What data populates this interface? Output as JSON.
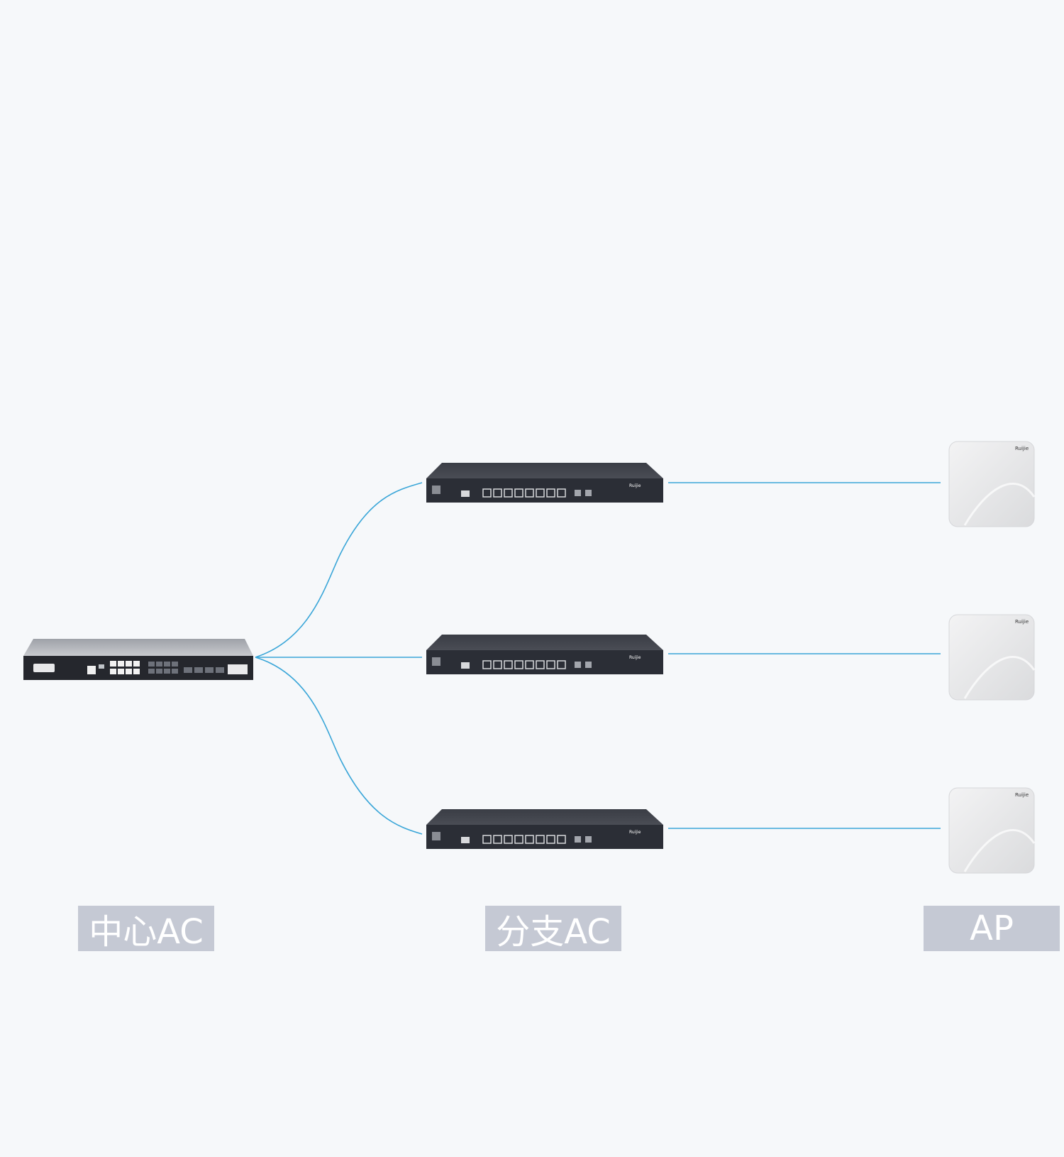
{
  "labels": {
    "center_ac": "中心AC",
    "branch_ac": "分支AC",
    "ap": "AP"
  },
  "device_brand": "Ruijie",
  "colors": {
    "background": "#f6f8fa",
    "link": "#3aa6d8",
    "label_bg": "#c5c9d4",
    "label_text": "#ffffff",
    "device_body": "#2b2e36",
    "ap_body": "#e6e7e9"
  }
}
